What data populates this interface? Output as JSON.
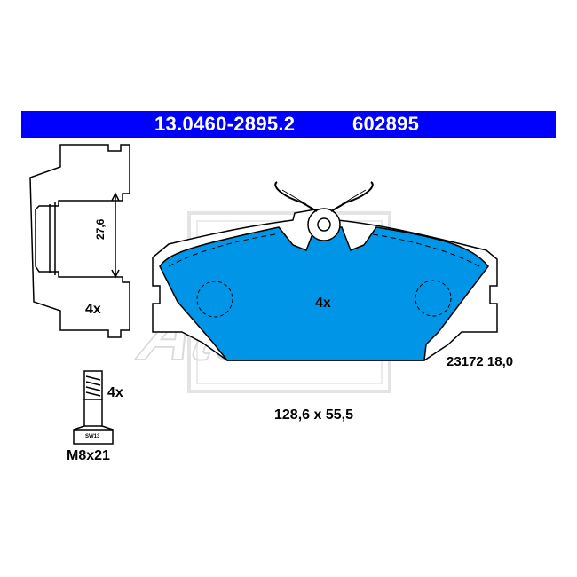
{
  "header": {
    "part_number": "13.0460-2895.2",
    "ref_number": "602895",
    "background_color": "#0000ff",
    "text_color": "#ffffff"
  },
  "clip": {
    "dimension_label": "27,6",
    "quantity_label": "4x"
  },
  "bolt": {
    "quantity_label": "4x",
    "wrench_label": "SW13",
    "size_label": "M8x21"
  },
  "pad": {
    "quantity_label": "4x",
    "code_label": "23172 18,0",
    "dimensions_label": "128,6 x 55,5",
    "fill_color": "#0095e6"
  },
  "watermark": {
    "logo_text": "Ate"
  }
}
